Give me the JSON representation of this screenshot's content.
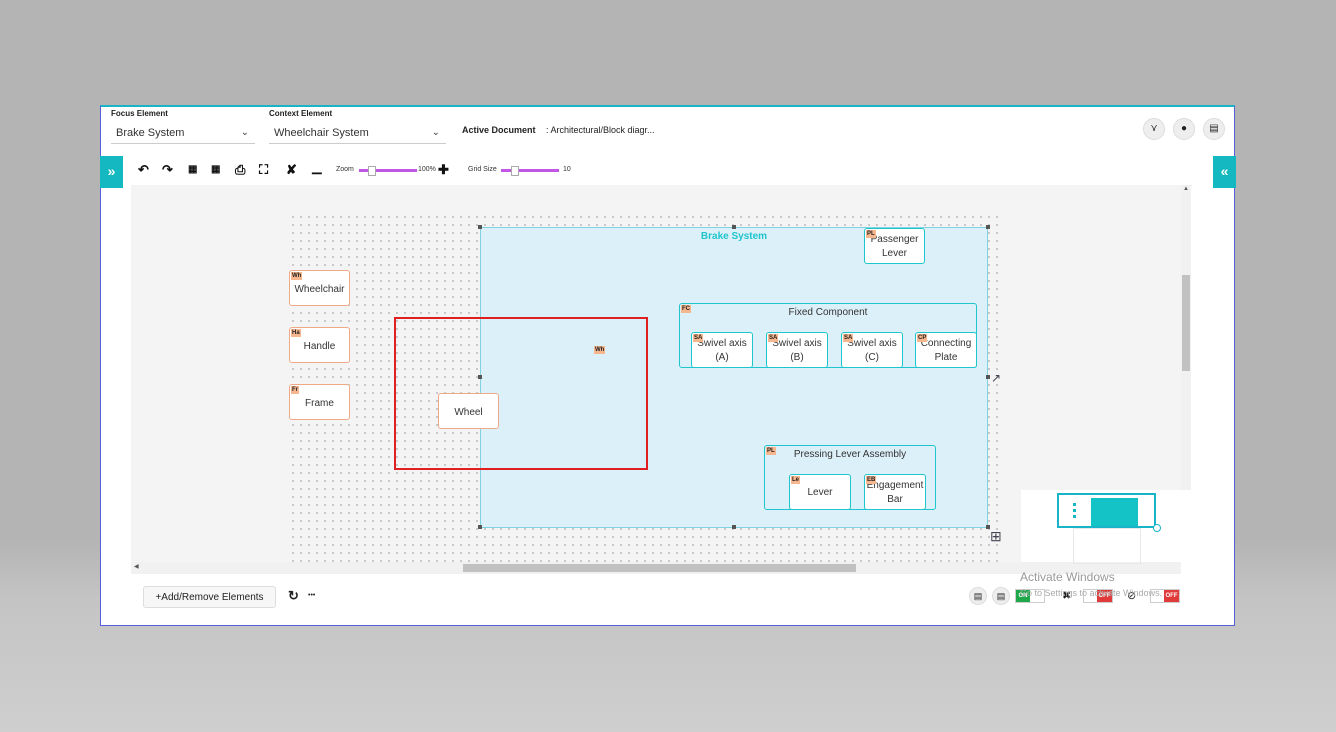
{
  "header": {
    "focus_label": "Focus Element",
    "focus_value": "Brake System",
    "context_label": "Context Element",
    "context_value": "Wheelchair System",
    "active_document_label": "Active Document",
    "active_document_value": ": Architectural/Block diagr..."
  },
  "right_buttons": [
    "vertical-icon",
    "drop-icon",
    "chart-icon"
  ],
  "sidetabs": {
    "left": "»",
    "right": "«"
  },
  "toolbar": {
    "zoom_label": "Zoom",
    "zoom_value": "100%",
    "grid_label": "Grid Size",
    "grid_value": "10",
    "icons": [
      "undo-icon",
      "redo-icon",
      "export-png-icon",
      "export-jpg-icon",
      "print-icon",
      "fullscreen-icon",
      "fit-icon",
      "zoom-out-icon",
      "zoom-in-icon"
    ]
  },
  "diagram": {
    "brake_system": {
      "title": "Brake System"
    },
    "passenger_lever": {
      "tag": "PL",
      "line1": "Passenger",
      "line2": "Lever"
    },
    "wheelchair": {
      "tag": "Wh",
      "label": "Wheelchair"
    },
    "handle": {
      "tag": "Ha",
      "label": "Handle"
    },
    "frame": {
      "tag": "Fr",
      "label": "Frame"
    },
    "wheel": {
      "label": "Wheel"
    },
    "selection_tag": "Wh",
    "fixed_component": {
      "tag": "FC",
      "title": "Fixed Component"
    },
    "swivel_a": {
      "tag": "SA",
      "line1": "Swivel axis",
      "line2": "(A)"
    },
    "swivel_b": {
      "tag": "SA",
      "line1": "Swivel axis",
      "line2": "(B)"
    },
    "swivel_c": {
      "tag": "SA",
      "line1": "Swivel axis",
      "line2": "(C)"
    },
    "connecting_plate": {
      "tag": "CP",
      "line1": "Connecting",
      "line2": "Plate"
    },
    "pressing_lever": {
      "tag": "PL",
      "title": "Pressing Lever Assembly"
    },
    "lever": {
      "tag": "Le",
      "label": "Lever"
    },
    "engagement_bar": {
      "tag": "EB",
      "line1": "Engagement",
      "line2": "Bar"
    }
  },
  "bottom": {
    "add_remove": "+Add/Remove Elements",
    "more": "•••",
    "toggle_on": "ON",
    "toggle_off1": "OFF",
    "toggle_off2": "OFF"
  },
  "watermark": {
    "line1": "Activate Windows",
    "line2": "Go to Settings to activate Windows."
  },
  "colors": {
    "accent": "#13b8c0",
    "orange": "#f0a987",
    "selection": "#e02020",
    "slider": "#c257e6"
  }
}
